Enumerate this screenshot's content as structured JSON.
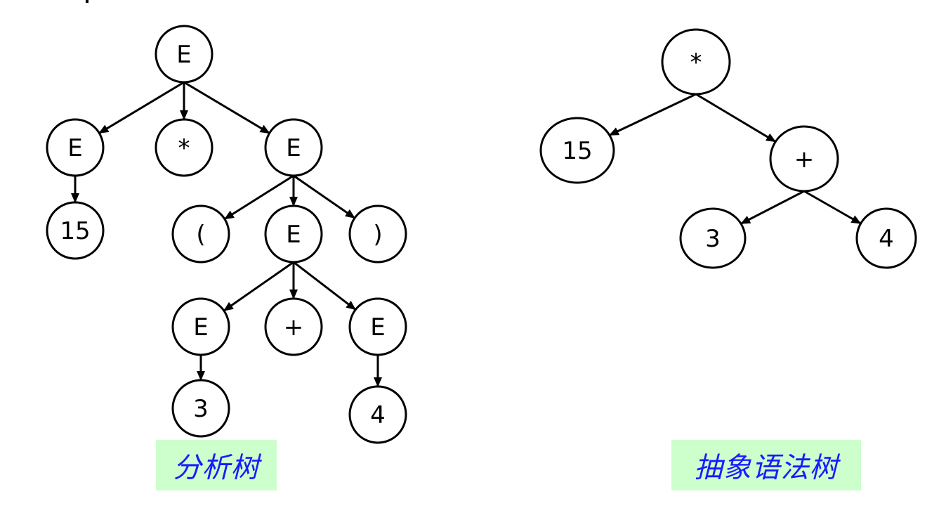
{
  "parse_tree": {
    "caption": "分析树",
    "nodes": [
      {
        "id": "p-root",
        "label": "E"
      },
      {
        "id": "p-e1",
        "label": "E"
      },
      {
        "id": "p-star",
        "label": "*"
      },
      {
        "id": "p-e2",
        "label": "E"
      },
      {
        "id": "p-15",
        "label": "15"
      },
      {
        "id": "p-lparen",
        "label": "("
      },
      {
        "id": "p-e3",
        "label": "E"
      },
      {
        "id": "p-rparen",
        "label": ")"
      },
      {
        "id": "p-e4",
        "label": "E"
      },
      {
        "id": "p-plus",
        "label": "+"
      },
      {
        "id": "p-e5",
        "label": "E"
      },
      {
        "id": "p-3",
        "label": "3"
      },
      {
        "id": "p-4",
        "label": "4"
      }
    ],
    "edges": [
      [
        "p-root",
        "p-e1"
      ],
      [
        "p-root",
        "p-star"
      ],
      [
        "p-root",
        "p-e2"
      ],
      [
        "p-e1",
        "p-15"
      ],
      [
        "p-e2",
        "p-lparen"
      ],
      [
        "p-e2",
        "p-e3"
      ],
      [
        "p-e2",
        "p-rparen"
      ],
      [
        "p-e3",
        "p-e4"
      ],
      [
        "p-e3",
        "p-plus"
      ],
      [
        "p-e3",
        "p-e5"
      ],
      [
        "p-e4",
        "p-3"
      ],
      [
        "p-e5",
        "p-4"
      ]
    ]
  },
  "ast": {
    "caption": "抽象语法树",
    "nodes": [
      {
        "id": "a-star",
        "label": "*"
      },
      {
        "id": "a-15",
        "label": "15"
      },
      {
        "id": "a-plus",
        "label": "+"
      },
      {
        "id": "a-3",
        "label": "3"
      },
      {
        "id": "a-4",
        "label": "4"
      }
    ],
    "edges": [
      [
        "a-star",
        "a-15"
      ],
      [
        "a-star",
        "a-plus"
      ],
      [
        "a-plus",
        "a-3"
      ],
      [
        "a-plus",
        "a-4"
      ]
    ]
  },
  "colors": {
    "caption_text": "#1a1aff",
    "caption_bg": "#ccffcc",
    "stroke": "#000000"
  }
}
